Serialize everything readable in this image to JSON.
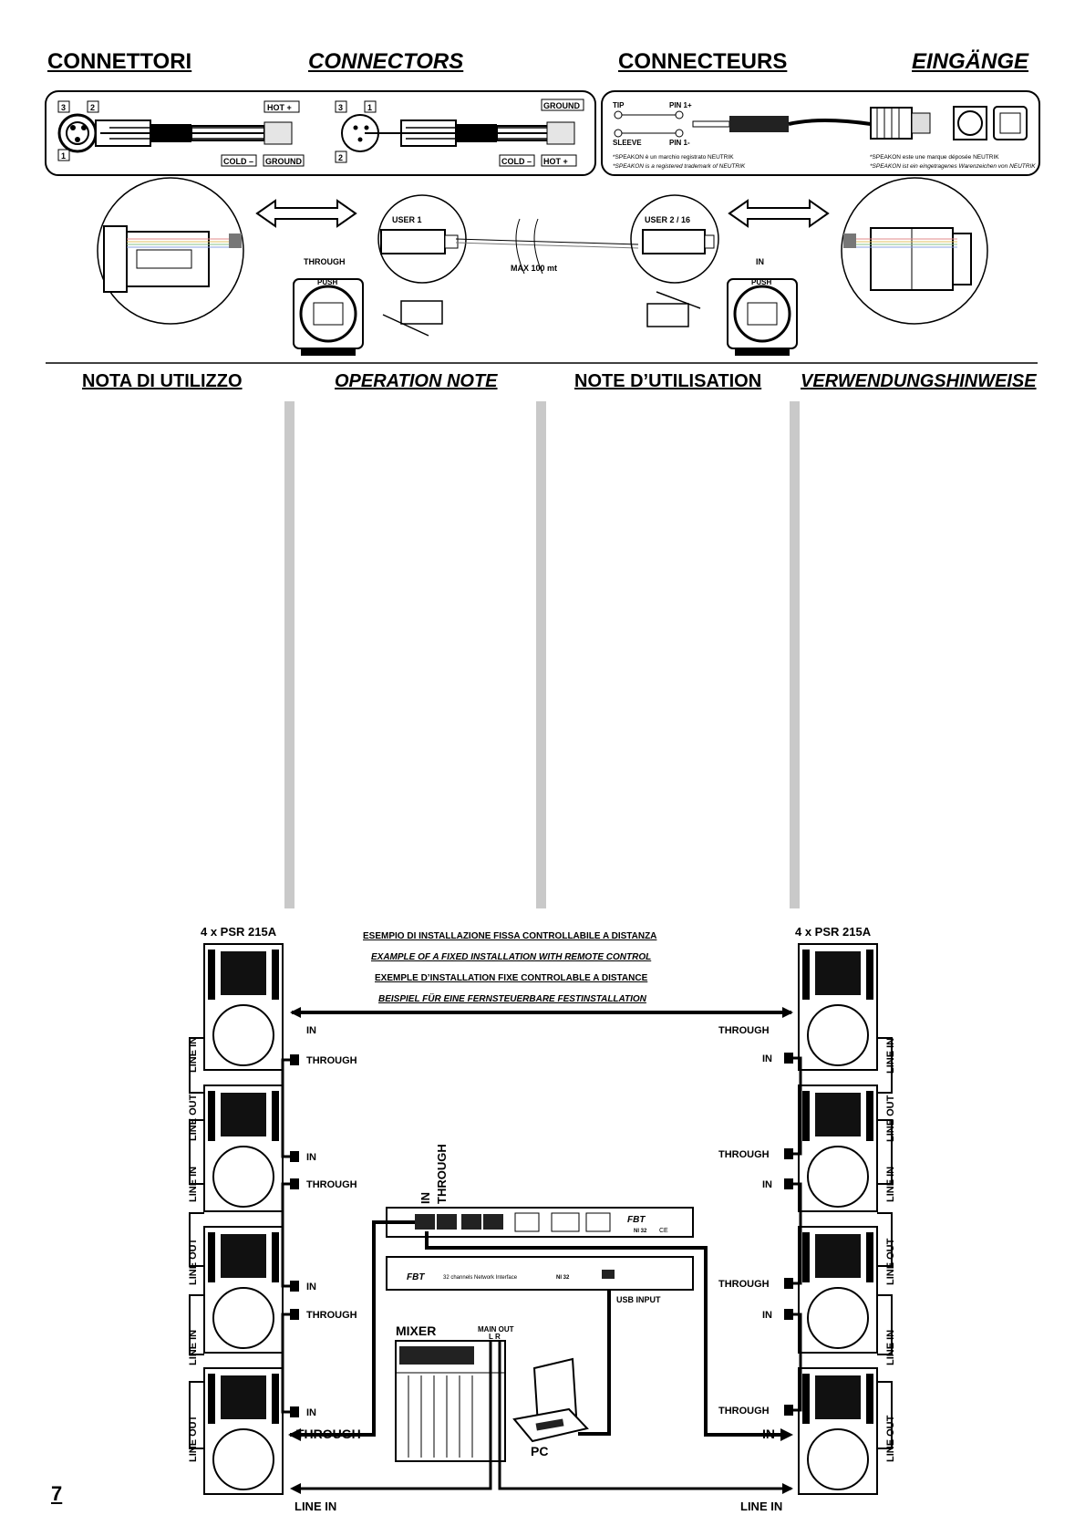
{
  "headings": {
    "connettori": "CONNETTORI",
    "connectors": "CONNECTORS",
    "connecteurs": "CONNECTEURS",
    "eingange": "EINGÄNGE"
  },
  "xlr": {
    "pin3": "3",
    "pin2": "2",
    "pin1": "1",
    "hot": "HOT +",
    "cold": "COLD –",
    "ground": "GROUND"
  },
  "jack": {
    "tip": "TIP",
    "sleeve": "SLEEVE",
    "pin1p": "PIN 1+",
    "pin1m": "PIN 1-",
    "note_it": "*SPEAKON è un marchio registrato NEUTRIK",
    "note_en": "*SPEAKON is a registered trademark of NEUTRIK",
    "note_fr": "*SPEAKON este une marque déposée NEUTRIK",
    "note_de": "*SPEAKON ist ein eingetragenes Warenzeichen von NEUTRIK"
  },
  "network": {
    "user1": "USER 1",
    "user2": "USER 2 / 16",
    "through": "THROUGH",
    "in": "IN",
    "max": "MAX 100 mt",
    "push": "PUSH"
  },
  "notes": {
    "it": "NOTA DI UTILIZZO",
    "en": "OPERATION NOTE",
    "fr": "NOTE D’UTILISATION",
    "de": "VERWENDUNGSHINWEISE"
  },
  "install": {
    "left_title": "4 x PSR 215A",
    "right_title": "4 x PSR 215A",
    "t_it": "ESEMPIO DI INSTALLAZIONE FISSA CONTROLLABILE A DISTANZA",
    "t_en": "EXAMPLE OF A FIXED INSTALLATION WITH REMOTE CONTROL",
    "t_fr": "EXEMPLE D’INSTALLATION FIXE CONTROLABLE A DISTANCE",
    "t_de": "BEISPIEL FÜR EINE FERNSTEUERBARE FESTINSTALLATION",
    "in": "IN",
    "through": "THROUGH",
    "line_in": "LINE IN",
    "line_out": "LINE OUT",
    "mixer": "MIXER",
    "main_out": "MAIN OUT",
    "lr": "L  R",
    "usb": "USB INPUT",
    "pc": "PC",
    "fbt": "FBT",
    "ni32": "NI 32",
    "ni_desc": "32 channels  Network Interface",
    "ce": "CE"
  },
  "page_number": "7"
}
